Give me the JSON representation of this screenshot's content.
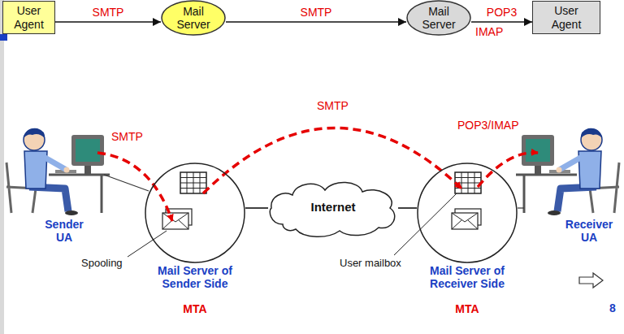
{
  "diagram": {
    "nodes": [
      {
        "text": [
          "User Agent"
        ]
      },
      {
        "text": [
          "Mail Server"
        ]
      },
      {
        "text": [
          "Mail Server"
        ]
      },
      {
        "text": [
          "User Agent"
        ]
      },
      {
        "text": [
          "Mail Server of Sender Side",
          "MTA"
        ]
      },
      {
        "text": [
          "Internet"
        ]
      },
      {
        "text": [
          "Mail Server of Receiver Side",
          "MTA"
        ]
      }
    ],
    "edges": [
      {
        "from": 0,
        "to": 1,
        "arrow": "to",
        "label": "SMTP"
      },
      {
        "from": 1,
        "to": 2,
        "arrow": "to",
        "label": "SMTP"
      },
      {
        "from": 2,
        "to": 3,
        "arrow": "to",
        "label": "POP3"
      },
      {
        "from": 4,
        "to": 5,
        "arrow": "none"
      },
      {
        "from": 5,
        "to": 6,
        "arrow": "none"
      }
    ],
    "labels": [
      "IMAP",
      "SMTP",
      "SMTP",
      "POP3/IMAP",
      "Sender UA",
      "Spooling",
      "User mailbox",
      "Receiver UA",
      "8"
    ]
  }
}
